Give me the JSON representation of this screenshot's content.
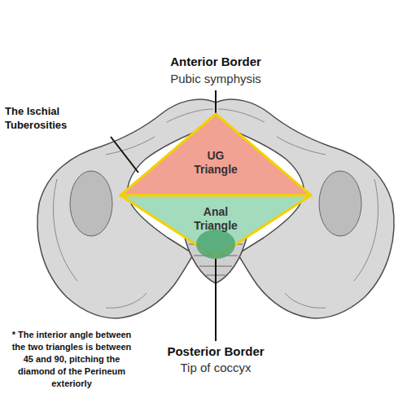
{
  "diagram": {
    "nodes": [
      {
        "text": [
          "UG Triangle"
        ]
      },
      {
        "text": [
          "Anal Triangle"
        ]
      }
    ],
    "labels": [
      "Anterior Border",
      "Pubic symphysis",
      "The Ischial Tuberosities",
      "Posterior Border",
      "Tip of coccyx",
      "* The interior angle between the two triangles is between 45 and 90, pitching the diamond of the Perineum exteriorly"
    ]
  }
}
